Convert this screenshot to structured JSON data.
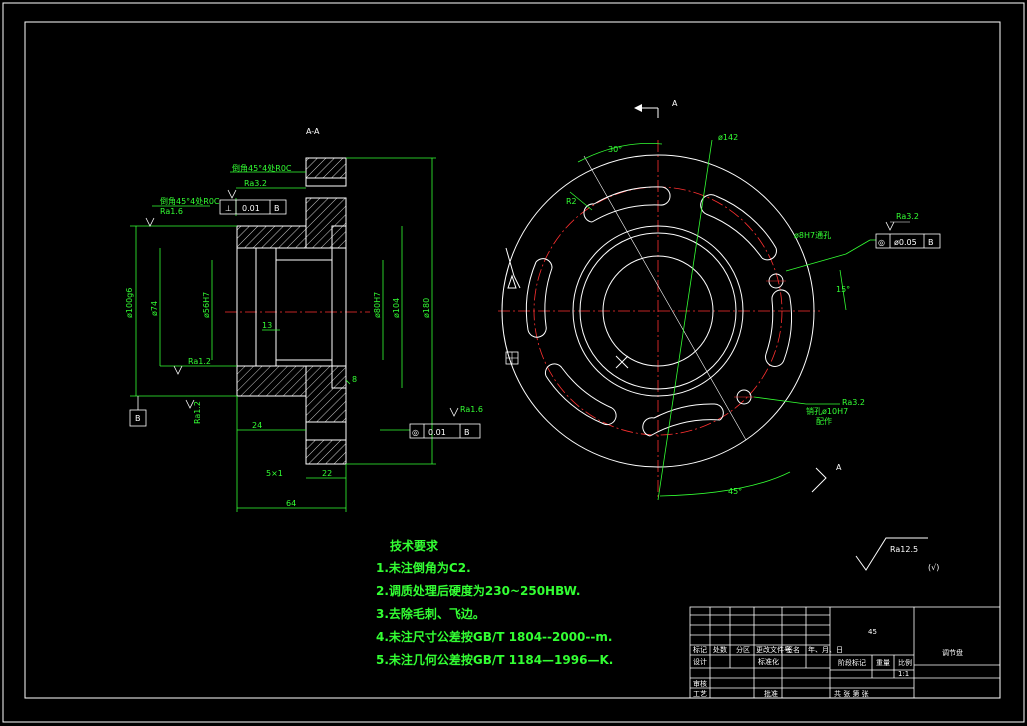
{
  "section_label": "A-A",
  "view_label_a": "A",
  "datum_b": "B",
  "left_view": {
    "chamfer_note_top": "倒角45°4处R0C",
    "chamfer_note_left": "倒角45°4处R0C",
    "rough_top": "Ra3.2",
    "rough_left": "Ra1.6",
    "rough_mid": "Ra1.2",
    "rough_small": "Ra1.6",
    "rough_right": "Ra1.6",
    "gdt_top_symbol": "⊥",
    "gdt_top_value": "0.01",
    "gdt_top_datum": "B",
    "gdt_bottom_symbol": "◎",
    "gdt_bottom_value": "0.01",
    "gdt_bottom_datum": "B",
    "dim_outer_dia": "ø100g6",
    "dim_74": "ø74",
    "dim_56": "ø56H7",
    "dim_80": "ø80H7",
    "dim_104": "ø104",
    "dim_180": "ø180",
    "dim_13": "13",
    "dim_24": "24",
    "dim_22": "22",
    "dim_64": "64",
    "dim_5x1": "5×1",
    "dim_8": "8",
    "dim_ra_side": "Ra1.2"
  },
  "right_view": {
    "dim_30": "30°",
    "dim_142": "ø142",
    "dim_r2": "R2",
    "dim_15": "15°",
    "dim_45": "45°",
    "hole_note_top": "ø8H7通孔",
    "hole_note_bottom_1": "销孔ø10H7",
    "hole_note_bottom_2": "配作",
    "rough_right": "Ra3.2",
    "rough_hole": "Ra3.2",
    "gdt_symbol": "◎",
    "gdt_value": "ø0.05",
    "gdt_datum": "B"
  },
  "requirements": {
    "title": "技术要求",
    "items": [
      "1.未注倒角为C2.",
      "2.调质处理后硬度为230~250HBW.",
      "3.去除毛刺、飞边。",
      "4.未注尺寸公差按GB/T 1804--2000--m.",
      "5.未注几何公差按GB/T 1184—1996—K."
    ]
  },
  "surface_finish": {
    "value": "Ra12.5",
    "symbol": "(√)"
  },
  "title_block": {
    "material": "45",
    "part_name": "调节盘",
    "row_labels": [
      "标记",
      "处数",
      "分区",
      "更改文件号",
      "签名",
      "年、月、日"
    ],
    "design": "设计",
    "standard": "标准化",
    "stage_mark": "阶段标记",
    "weight": "重量",
    "scale": "比例",
    "scale_value": "1:1",
    "review": "审核",
    "process": "工艺",
    "approve": "批准",
    "sheets": "共  张  第  张"
  },
  "colors": {
    "green": "#33ff33",
    "white": "#ffffff",
    "red": "#ff3030",
    "cyan": "#33ffff",
    "background": "#000000"
  }
}
